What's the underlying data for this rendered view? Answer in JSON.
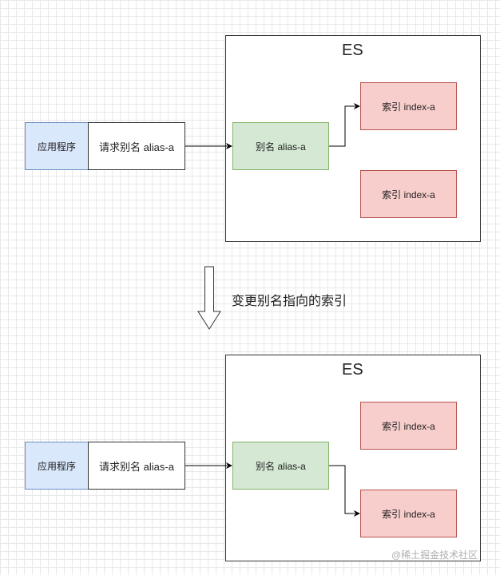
{
  "top": {
    "es_label": "ES",
    "app_label": "应用程序",
    "request_label": "请求别名 alias-a",
    "alias_label": "别名 alias-a",
    "index_1_label": "索引 index-a",
    "index_2_label": "索引 index-a"
  },
  "transition": {
    "caption": "变更别名指向的索引"
  },
  "bottom": {
    "es_label": "ES",
    "app_label": "应用程序",
    "request_label": "请求别名 alias-a",
    "alias_label": "别名 alias-a",
    "index_1_label": "索引 index-a",
    "index_2_label": "索引 index-a"
  },
  "watermark": "@稀土掘金技术社区"
}
